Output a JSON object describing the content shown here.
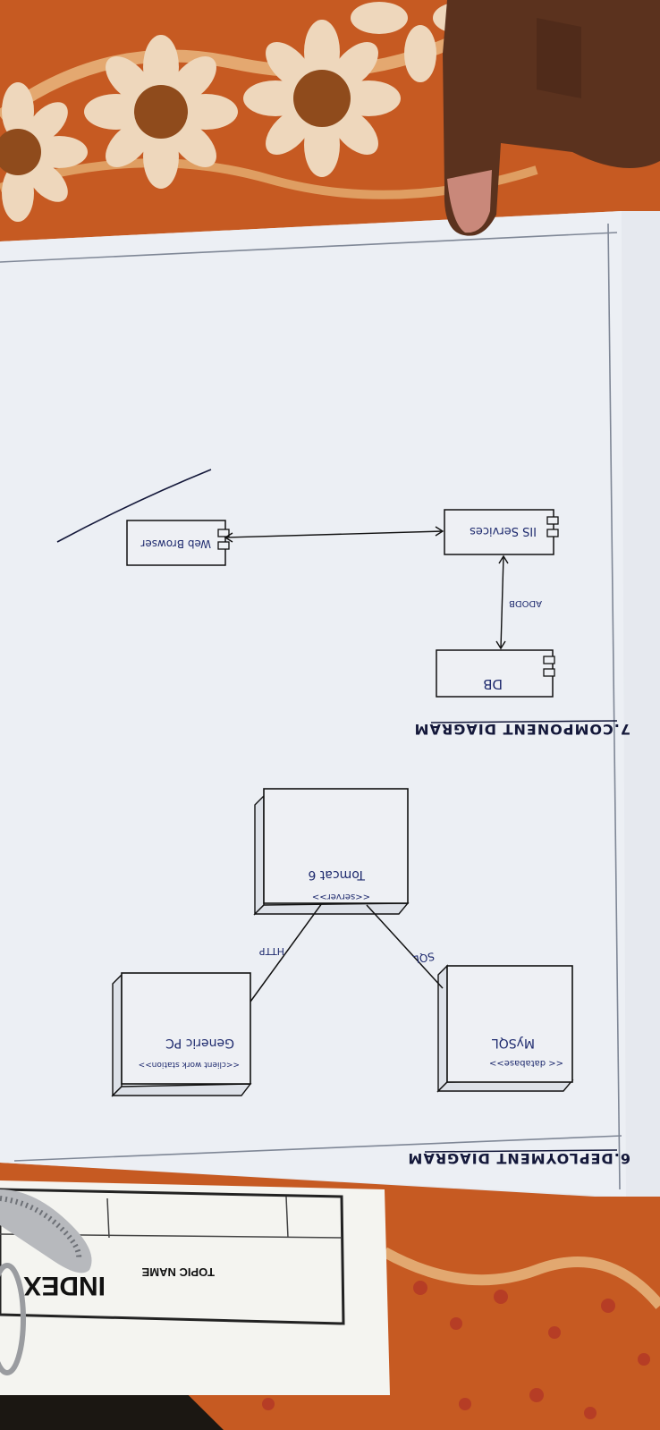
{
  "deployment_diagram": {
    "heading": "6.DEPLOYMENT DIAGRAM",
    "nodes": {
      "client": {
        "stereotype": "<<client work station>>",
        "name": "Generic PC"
      },
      "server": {
        "stereotype": "<<server>>",
        "name": "Tomcat 6"
      },
      "database": {
        "stereotype": "<< database>>",
        "name": "MySQL"
      }
    },
    "connections": {
      "client_server": "HTTP",
      "server_database": "SQL"
    }
  },
  "component_diagram": {
    "heading": "7.COMPONENT DIAGRAM",
    "components": {
      "browser": "Web Browser",
      "iis": "IIS Services",
      "db": "DB"
    },
    "connections": {
      "iis_db": "ADODB"
    }
  },
  "index_sheet": {
    "title": "INDEX",
    "column_header": "TOPIC NAME"
  }
}
